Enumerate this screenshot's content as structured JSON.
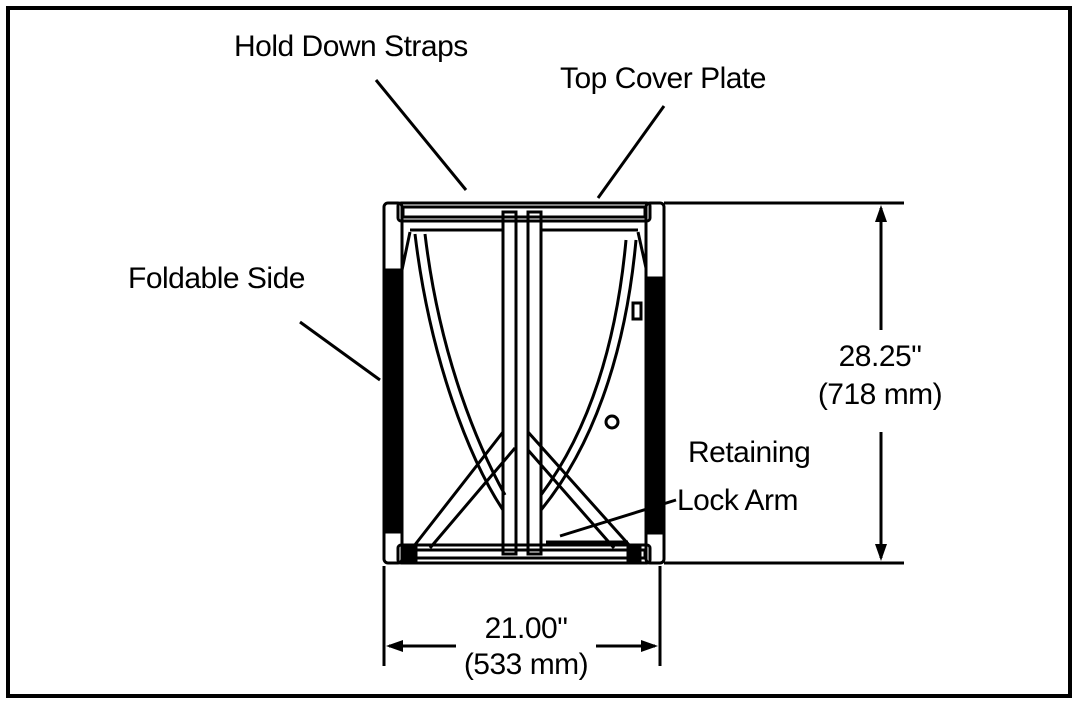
{
  "labels": {
    "hold_down_straps": "Hold Down Straps",
    "top_cover_plate": "Top Cover Plate",
    "foldable_side": "Foldable Side",
    "retaining": "Retaining",
    "lock_arm": "Lock Arm"
  },
  "dimensions": {
    "height_in": "28.25\"",
    "height_mm": "(718 mm)",
    "width_in": "21.00\"",
    "width_mm": "(533 mm)"
  },
  "colors": {
    "ink": "#000000",
    "paper": "#ffffff"
  }
}
